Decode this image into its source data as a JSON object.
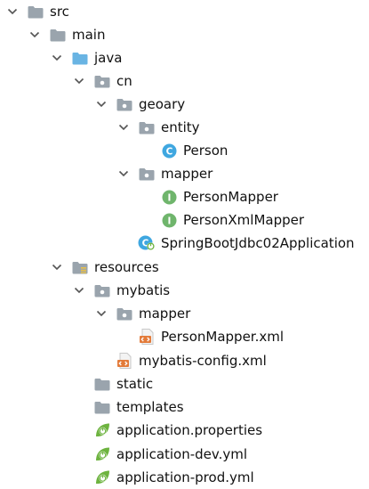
{
  "colors": {
    "folder_gray": "#9aa4ad",
    "folder_blue": "#69b4e3",
    "class_blue": "#3fa7e0",
    "interface_green": "#6fb56c",
    "xml_orange": "#e37b3a",
    "spring_green": "#6db33f",
    "text": "#111111"
  },
  "tree": [
    {
      "label": "src",
      "icon": "folder-icon",
      "expanded": true
    },
    {
      "label": "main",
      "icon": "folder-icon",
      "expanded": true
    },
    {
      "label": "java",
      "icon": "source-folder-icon",
      "expanded": true
    },
    {
      "label": "cn",
      "icon": "package-icon",
      "expanded": true
    },
    {
      "label": "geoary",
      "icon": "package-icon",
      "expanded": true
    },
    {
      "label": "entity",
      "icon": "package-icon",
      "expanded": true
    },
    {
      "label": "Person",
      "icon": "class-icon",
      "badge": "C"
    },
    {
      "label": "mapper",
      "icon": "package-icon",
      "expanded": true
    },
    {
      "label": "PersonMapper",
      "icon": "interface-icon",
      "badge": "I"
    },
    {
      "label": "PersonXmlMapper",
      "icon": "interface-icon",
      "badge": "I"
    },
    {
      "label": "SpringBootJdbc02Application",
      "icon": "spring-boot-class-icon",
      "badge": "C"
    },
    {
      "label": "resources",
      "icon": "resources-folder-icon",
      "expanded": true
    },
    {
      "label": "mybatis",
      "icon": "package-icon",
      "expanded": true
    },
    {
      "label": "mapper",
      "icon": "package-icon",
      "expanded": true
    },
    {
      "label": "PersonMapper.xml",
      "icon": "xml-file-icon"
    },
    {
      "label": "mybatis-config.xml",
      "icon": "xml-file-icon"
    },
    {
      "label": "static",
      "icon": "folder-icon"
    },
    {
      "label": "templates",
      "icon": "folder-icon"
    },
    {
      "label": "application.properties",
      "icon": "spring-config-icon"
    },
    {
      "label": "application-dev.yml",
      "icon": "spring-config-icon"
    },
    {
      "label": "application-prod.yml",
      "icon": "spring-config-icon"
    }
  ]
}
